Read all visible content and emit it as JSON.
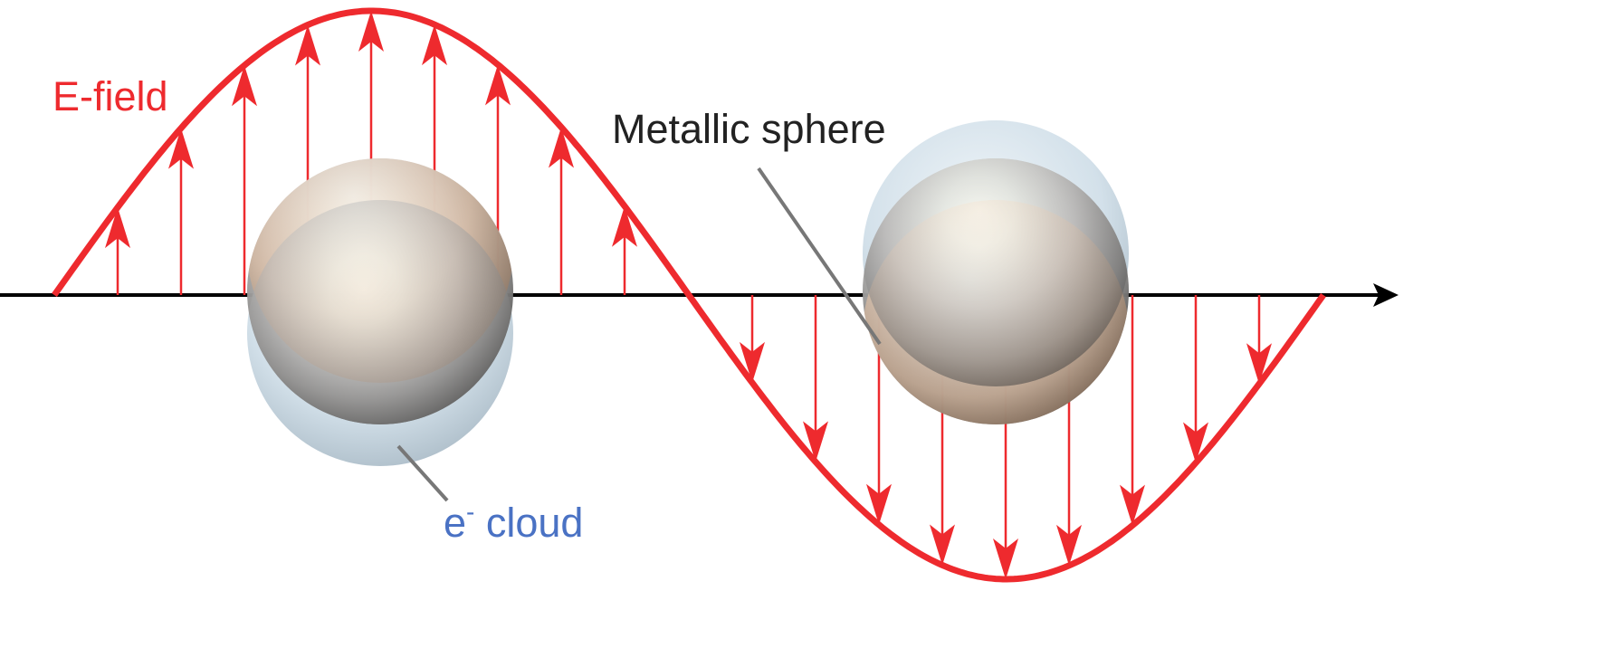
{
  "labels": {
    "efield": "E-field",
    "sphere": "Metallic sphere",
    "cloud_main": "e",
    "cloud_sup": "-",
    "cloud_rest": " cloud"
  },
  "colors": {
    "efield": "#ee2a2e",
    "axis": "#000000",
    "sphere_label": "#222222",
    "cloud_label": "#4a72c4",
    "leader": "#777777",
    "cloud_fill": "#b9cfe0",
    "positive_tint": "#e7b48d",
    "sphere_metal": "#b9b9b9"
  }
}
